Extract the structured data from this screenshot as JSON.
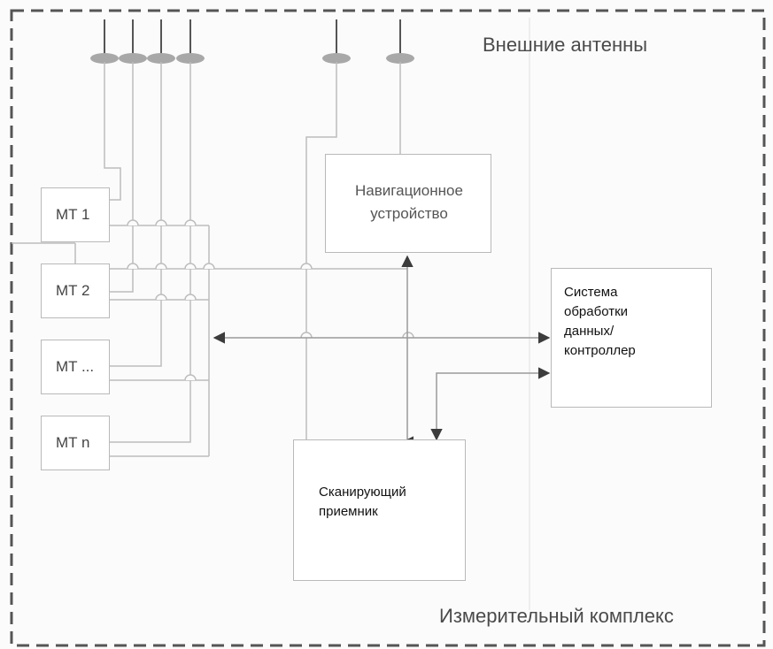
{
  "diagram": {
    "frame_label_top": "Внешние антенны",
    "frame_label_bottom": "Измерительный комплекс",
    "blocks": {
      "mt1": "MT 1",
      "mt2": "MT 2",
      "mt_dots": "MT ...",
      "mtn": "MT n",
      "navigation": [
        "Навигационное",
        "устройство"
      ],
      "processing": [
        "Система",
        "обработки",
        "данных/",
        "контроллер"
      ],
      "scanner": [
        "Сканирующий",
        "приемник"
      ]
    },
    "colors": {
      "frame": "#555555",
      "line": "#bdbdbd",
      "arrow": "#3c3c3c",
      "antenna": "#a8a8a8"
    }
  }
}
